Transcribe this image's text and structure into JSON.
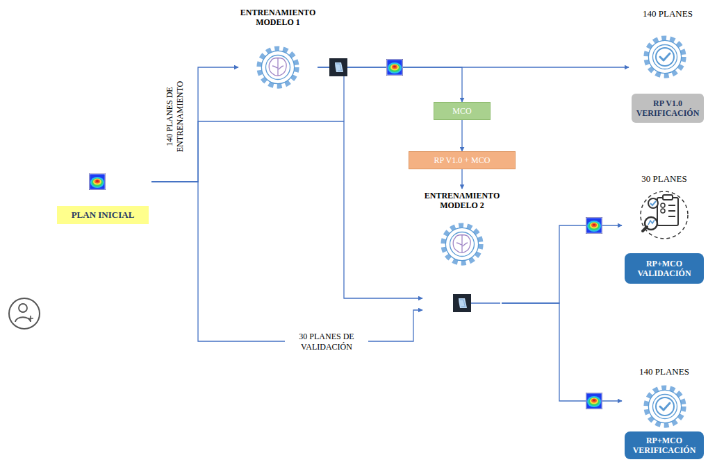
{
  "diagram": {
    "nodes": [
      {
        "text": [
          "PLAN INICIAL"
        ]
      },
      {
        "text": [
          "ENTRENAMIENTO MODELO 1"
        ]
      },
      {
        "text": [
          "140 PLANES",
          "RP V1.0 VERIFICACIÓN"
        ]
      },
      {
        "text": [
          "MCO"
        ]
      },
      {
        "text": [
          "RP V1.0 + MCO"
        ]
      },
      {
        "text": [
          "ENTRENAMIENTO MODELO 2"
        ]
      },
      {
        "text": [
          "30 PLANES",
          "RP+MCO VALIDACIÓN"
        ]
      },
      {
        "text": [
          "140 PLANES",
          "RP+MCO VERIFICACIÓN"
        ]
      }
    ],
    "edges": [
      {
        "from": 0,
        "to": 1,
        "arrow": "to"
      },
      {
        "from": 1,
        "to": 2,
        "arrow": "to"
      },
      {
        "from": 1,
        "to": 3,
        "arrow": "to"
      },
      {
        "from": 3,
        "to": 4,
        "arrow": "to"
      },
      {
        "from": 4,
        "to": 5,
        "arrow": "to"
      },
      {
        "from": 0,
        "to": 5,
        "arrow": "to"
      },
      {
        "from": 0,
        "to": 5,
        "arrow": "to"
      },
      {
        "from": 5,
        "to": 6,
        "arrow": "to"
      },
      {
        "from": 5,
        "to": 7,
        "arrow": "to"
      }
    ],
    "labels": [
      "140 PLANES DE ENTRENAMIENTO",
      "30 PLANES DE VALIDACIÓN"
    ]
  }
}
